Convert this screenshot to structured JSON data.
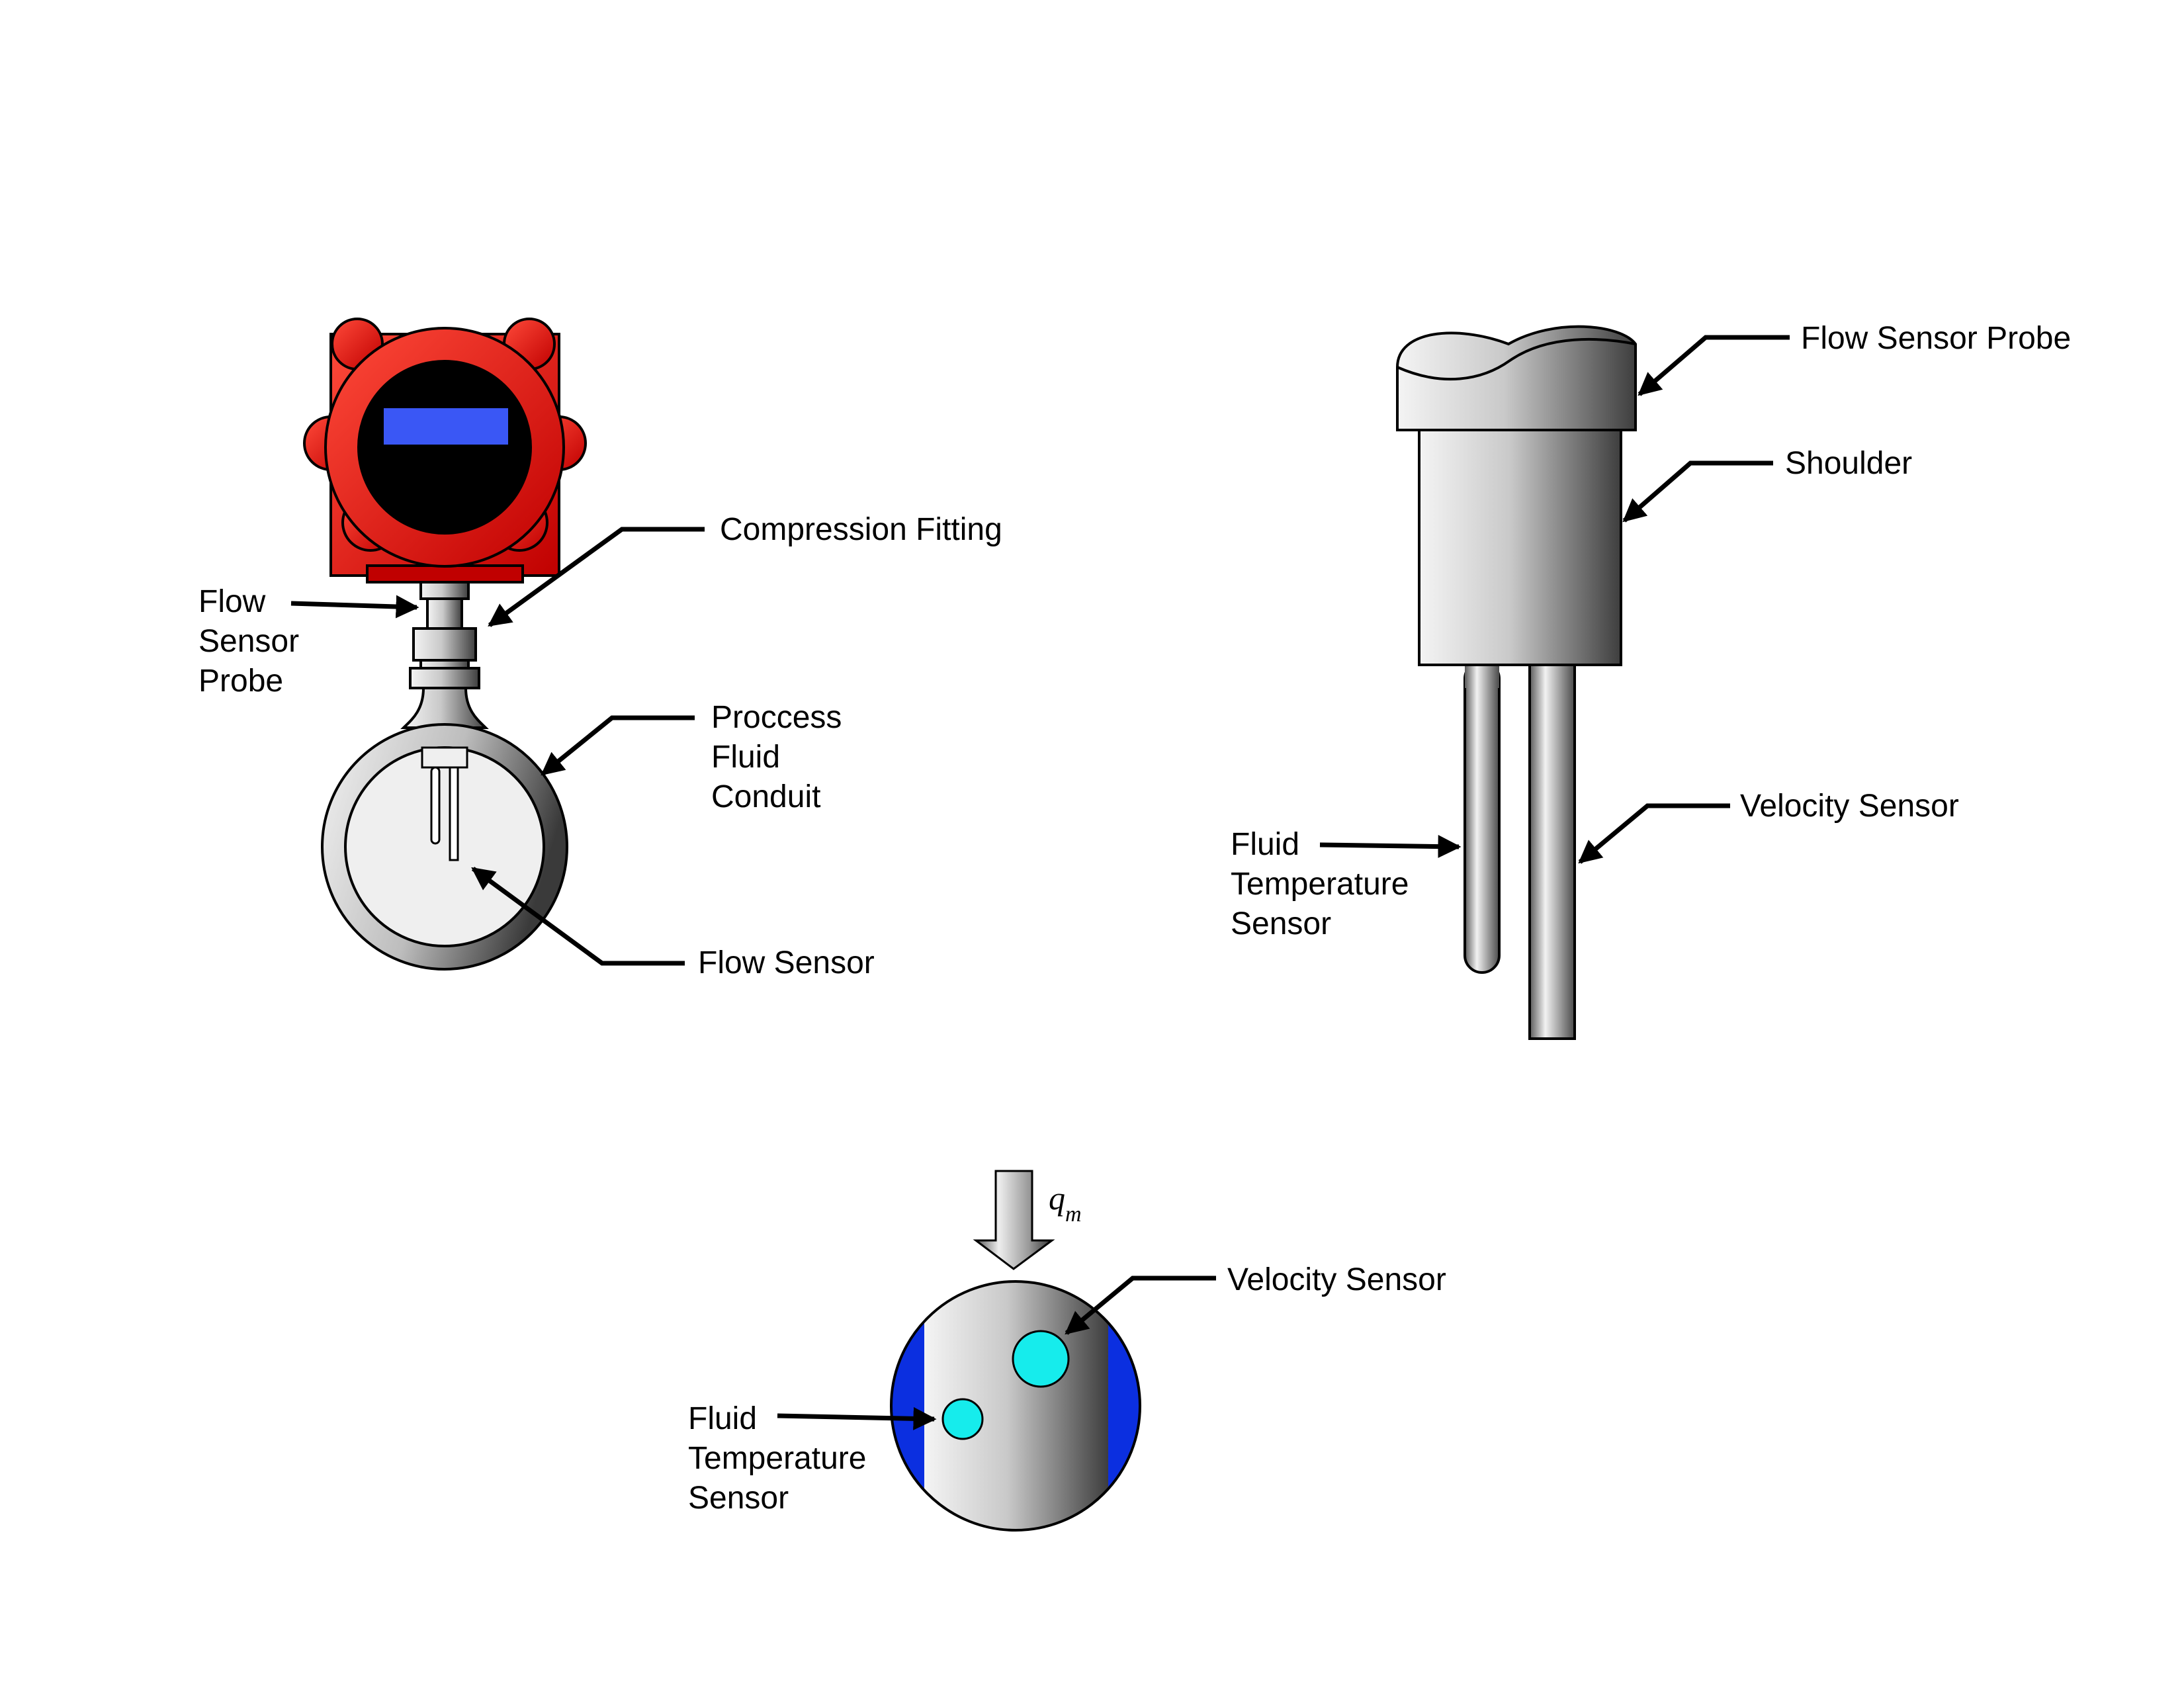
{
  "meter": {
    "labels": {
      "compression_fitting": "Compression Fitting",
      "flow_sensor_probe": [
        "Flow",
        "Sensor",
        "Probe"
      ],
      "process_fluid_conduit": [
        "Proccess",
        "Fluid",
        "Conduit"
      ],
      "flow_sensor": "Flow Sensor"
    }
  },
  "probe_detail": {
    "labels": {
      "flow_sensor_probe": "Flow Sensor Probe",
      "shoulder": "Shoulder",
      "velocity_sensor": "Velocity Sensor",
      "fluid_temperature_sensor": [
        "Fluid",
        "Temperature",
        "Sensor"
      ]
    }
  },
  "cross_section": {
    "flow_symbol": {
      "base": "q",
      "subscript": "m"
    },
    "labels": {
      "velocity_sensor": "Velocity Sensor",
      "fluid_temperature_sensor": [
        "Fluid",
        "Temperature",
        "Sensor"
      ]
    }
  },
  "colors": {
    "housing_red": "#e8100c",
    "display_blue": "#3a57f5",
    "sensor_cyan": "#16ecec",
    "window_blue": "#0b2fe0",
    "outline": "#000000"
  }
}
